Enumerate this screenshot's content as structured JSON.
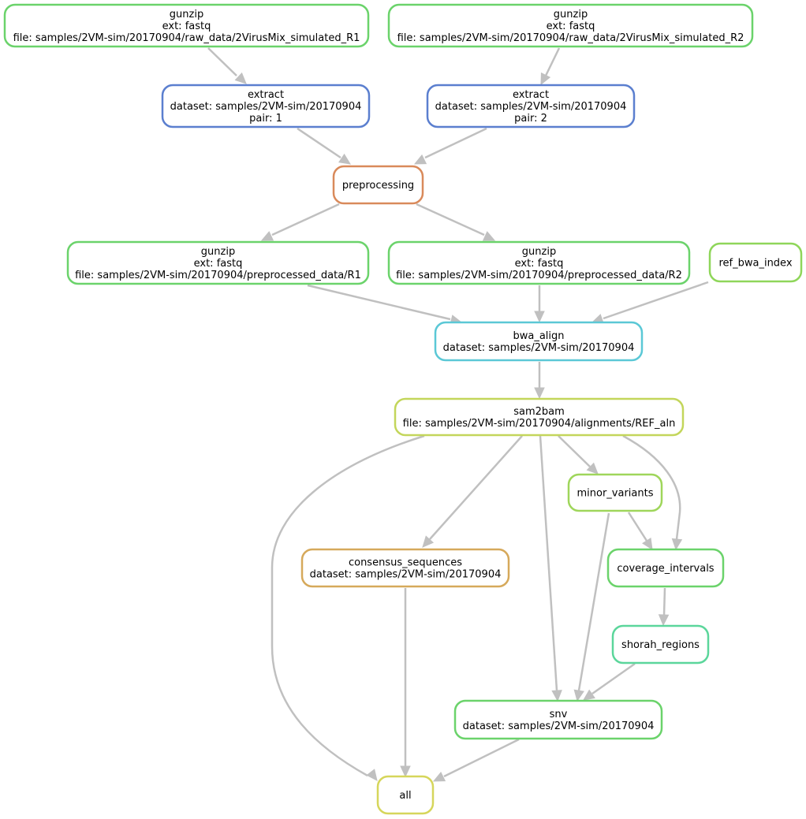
{
  "nodes": {
    "gunzip_raw_r1": {
      "lines": [
        "gunzip",
        "ext: fastq",
        "file: samples/2VM-sim/20170904/raw_data/2VirusMix_simulated_R1"
      ],
      "color": "#6bd36b"
    },
    "gunzip_raw_r2": {
      "lines": [
        "gunzip",
        "ext: fastq",
        "file: samples/2VM-sim/20170904/raw_data/2VirusMix_simulated_R2"
      ],
      "color": "#6bd36b"
    },
    "extract_1": {
      "lines": [
        "extract",
        "dataset: samples/2VM-sim/20170904",
        "pair: 1"
      ],
      "color": "#5b7fcf"
    },
    "extract_2": {
      "lines": [
        "extract",
        "dataset: samples/2VM-sim/20170904",
        "pair: 2"
      ],
      "color": "#5b7fcf"
    },
    "preprocessing": {
      "lines": [
        "preprocessing"
      ],
      "color": "#d98a5b"
    },
    "gunzip_pre_r1": {
      "lines": [
        "gunzip",
        "ext: fastq",
        "file: samples/2VM-sim/20170904/preprocessed_data/R1"
      ],
      "color": "#6bd36b"
    },
    "gunzip_pre_r2": {
      "lines": [
        "gunzip",
        "ext: fastq",
        "file: samples/2VM-sim/20170904/preprocessed_data/R2"
      ],
      "color": "#6bd36b"
    },
    "ref_bwa_index": {
      "lines": [
        "ref_bwa_index"
      ],
      "color": "#8fd65a"
    },
    "bwa_align": {
      "lines": [
        "bwa_align",
        "dataset: samples/2VM-sim/20170904"
      ],
      "color": "#5bc8d6"
    },
    "sam2bam": {
      "lines": [
        "sam2bam",
        "file: samples/2VM-sim/20170904/alignments/REF_aln"
      ],
      "color": "#c3d65b"
    },
    "minor_variants": {
      "lines": [
        "minor_variants"
      ],
      "color": "#9fd65b"
    },
    "consensus_sequences": {
      "lines": [
        "consensus_sequences",
        "dataset: samples/2VM-sim/20170904"
      ],
      "color": "#d6a95b"
    },
    "coverage_intervals": {
      "lines": [
        "coverage_intervals"
      ],
      "color": "#6bd36b"
    },
    "shorah_regions": {
      "lines": [
        "shorah_regions"
      ],
      "color": "#5bd69b"
    },
    "snv": {
      "lines": [
        "snv",
        "dataset: samples/2VM-sim/20170904"
      ],
      "color": "#6bd36b"
    },
    "all": {
      "lines": [
        "all"
      ],
      "color": "#d6d65b"
    }
  },
  "edge_color": "#c0c0c0",
  "edges": [
    {
      "from": "gunzip_raw_r1",
      "to": "extract_1"
    },
    {
      "from": "gunzip_raw_r2",
      "to": "extract_2"
    },
    {
      "from": "extract_1",
      "to": "preprocessing"
    },
    {
      "from": "extract_2",
      "to": "preprocessing"
    },
    {
      "from": "preprocessing",
      "to": "gunzip_pre_r1"
    },
    {
      "from": "preprocessing",
      "to": "gunzip_pre_r2"
    },
    {
      "from": "gunzip_pre_r1",
      "to": "bwa_align"
    },
    {
      "from": "gunzip_pre_r2",
      "to": "bwa_align"
    },
    {
      "from": "ref_bwa_index",
      "to": "bwa_align"
    },
    {
      "from": "bwa_align",
      "to": "sam2bam"
    },
    {
      "from": "sam2bam",
      "to": "all"
    },
    {
      "from": "sam2bam",
      "to": "consensus_sequences"
    },
    {
      "from": "sam2bam",
      "to": "snv"
    },
    {
      "from": "sam2bam",
      "to": "minor_variants"
    },
    {
      "from": "sam2bam",
      "to": "coverage_intervals"
    },
    {
      "from": "minor_variants",
      "to": "coverage_intervals"
    },
    {
      "from": "minor_variants",
      "to": "snv"
    },
    {
      "from": "coverage_intervals",
      "to": "shorah_regions"
    },
    {
      "from": "shorah_regions",
      "to": "snv"
    },
    {
      "from": "consensus_sequences",
      "to": "all"
    },
    {
      "from": "snv",
      "to": "all"
    }
  ]
}
